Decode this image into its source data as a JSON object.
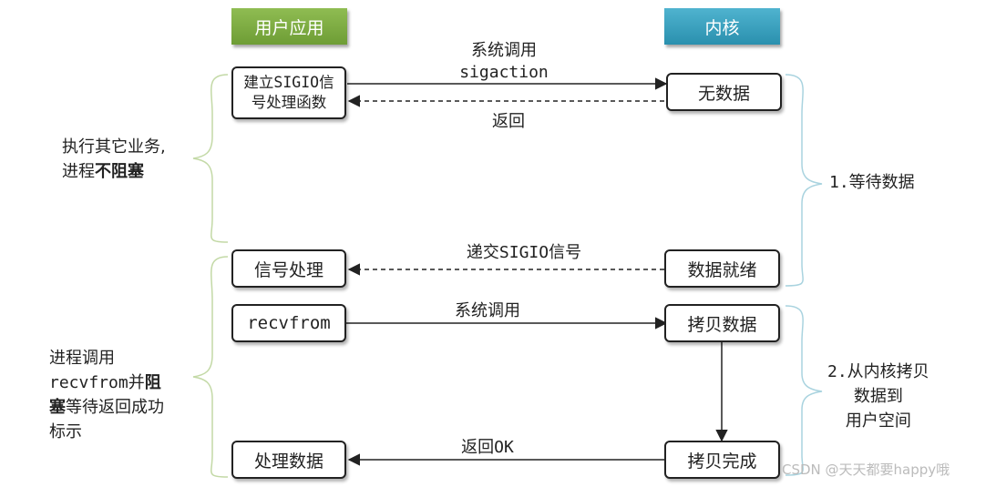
{
  "headers": {
    "user": "用户应用",
    "kernel": "内核"
  },
  "boxes": {
    "setup_sigio": "建立SIGIO信号处理函数",
    "no_data": "无数据",
    "signal_handle": "信号处理",
    "data_ready": "数据就绪",
    "recvfrom": "recvfrom",
    "copy_data": "拷贝数据",
    "process_data": "处理数据",
    "copy_done": "拷贝完成"
  },
  "arrows": {
    "syscall_1_line1": "系统调用",
    "syscall_1_line2": "sigaction",
    "return_1": "返回",
    "deliver_sigio": "递交SIGIO信号",
    "syscall_2": "系统调用",
    "return_ok": "返回OK"
  },
  "left_notes": {
    "non_block_line1": "执行其它业务,",
    "non_block_line2_prefix": "进程",
    "non_block_line2_bold": "不阻塞",
    "block_line1": "进程调用",
    "block_line2_prefix": "recvfrom并",
    "block_line2_bold": "阻",
    "block_line3_bold": "塞",
    "block_line3_suffix": "等待返回成功",
    "block_line4": "标示"
  },
  "right_notes": {
    "stage1": "1.等待数据",
    "stage2_line1": "2.从内核拷贝",
    "stage2_line2": "数据到",
    "stage2_line3": "用户空间"
  },
  "watermark": "CSDN @天天都要happy哦",
  "colors": {
    "user_header": "#7aa93f",
    "kernel_header": "#35a0be",
    "brace_left": "#c3d9a6",
    "brace_right": "#a9d3df"
  }
}
